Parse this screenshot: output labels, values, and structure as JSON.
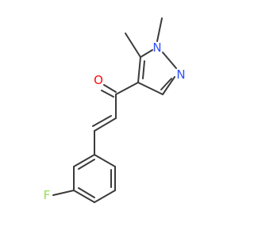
{
  "atoms": {
    "O": {
      "label": "O",
      "color": "#ff0d0d"
    },
    "N1": {
      "label": "N",
      "color": "#3050f8"
    },
    "N2": {
      "label": "N",
      "color": "#3050f8"
    },
    "F": {
      "label": "F",
      "color": "#90e050"
    }
  },
  "colors": {
    "bond": "#3b3b3b",
    "background": "#ffffff"
  }
}
